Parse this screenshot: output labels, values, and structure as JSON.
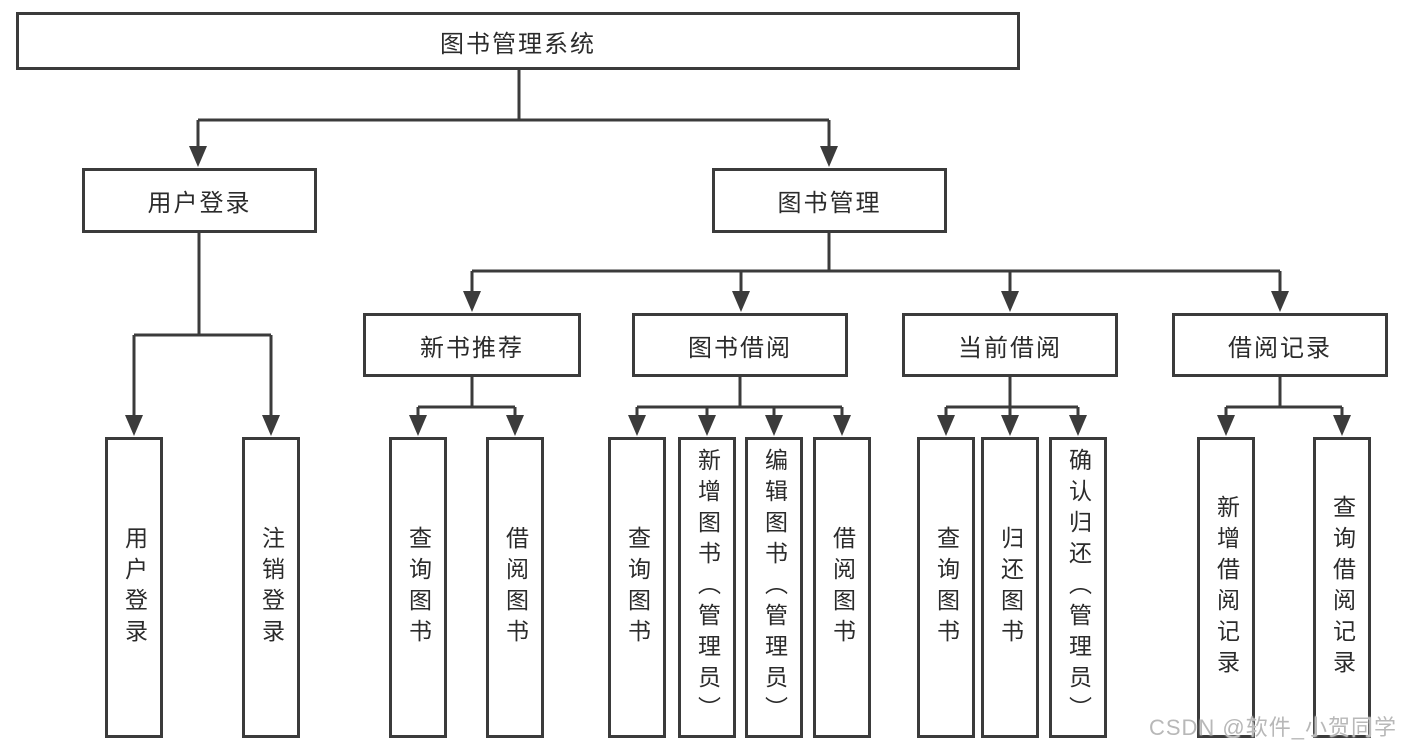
{
  "watermark": "CSDN @软件_小贺同学",
  "colors": {
    "line": "#3b3b3b",
    "text": "#2b2b2b",
    "watermark_text": "#b8b8b8",
    "background": "#ffffff"
  },
  "tree": {
    "root": {
      "label": "图书管理系统"
    },
    "branches": [
      {
        "label": "用户登录",
        "children": [
          {
            "label": "用户登录"
          },
          {
            "label": "注销登录"
          }
        ]
      },
      {
        "label": "图书管理",
        "children": [
          {
            "label": "新书推荐",
            "children": [
              {
                "label": "查询图书"
              },
              {
                "label": "借阅图书"
              }
            ]
          },
          {
            "label": "图书借阅",
            "children": [
              {
                "label": "查询图书"
              },
              {
                "label": "新增图书（管理员）"
              },
              {
                "label": "编辑图书（管理员）"
              },
              {
                "label": "借阅图书"
              }
            ]
          },
          {
            "label": "当前借阅",
            "children": [
              {
                "label": "查询图书"
              },
              {
                "label": "归还图书"
              },
              {
                "label": "确认归还（管理员）"
              }
            ]
          },
          {
            "label": "借阅记录",
            "children": [
              {
                "label": "新增借阅记录"
              },
              {
                "label": "查询借阅记录"
              }
            ]
          }
        ]
      }
    ]
  }
}
